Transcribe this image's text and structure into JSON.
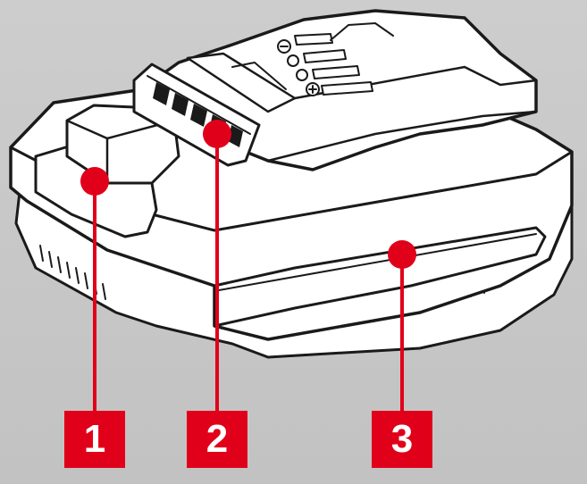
{
  "callouts": [
    {
      "label": "1"
    },
    {
      "label": "2"
    },
    {
      "label": "3"
    }
  ],
  "colors": {
    "accent": "#e1001a",
    "background": "#c9c9c9",
    "body": "#ffffff",
    "outline": "#1a1a1a"
  },
  "icons": [
    "minus-terminal-icon",
    "plus-terminal-icon"
  ]
}
